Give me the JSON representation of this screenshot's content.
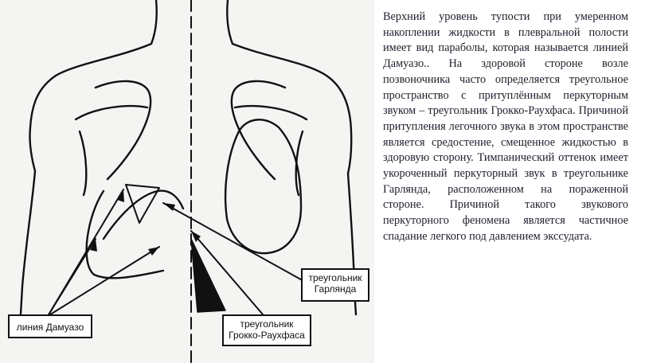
{
  "figure": {
    "labels": {
      "damuazo_line": "линия Дамуазо",
      "grokko_line1": "треугольник",
      "grokko_line2": "Грокко-Раухфаса",
      "garland_line1": "треугольник",
      "garland_line2": "Гарлянда"
    },
    "colors": {
      "ink": "#111111",
      "background": "#f4f4f2"
    }
  },
  "text": {
    "paragraph": "Верхний уровень тупости при умеренном накоплении жидкости в плевральной полости имеет вид параболы, которая называется линией Дамуазо.. На здоровой стороне возле позвоночника часто определяется треугольное пространство с притуплённым перкуторным звуком – треугольник Грокко-Раухфаса. Причиной притупления легочного звука в этом пространстве является средостение, смещенное жидкостью в здоровую сторону. Тимпанический оттенок имеет укороченный перкуторный звук в треугольнике Гарлянда, расположенном на пораженной стороне. Причиной такого звукового перкуторного феномена является частичное спадание легкого под давлением экссудата."
  }
}
